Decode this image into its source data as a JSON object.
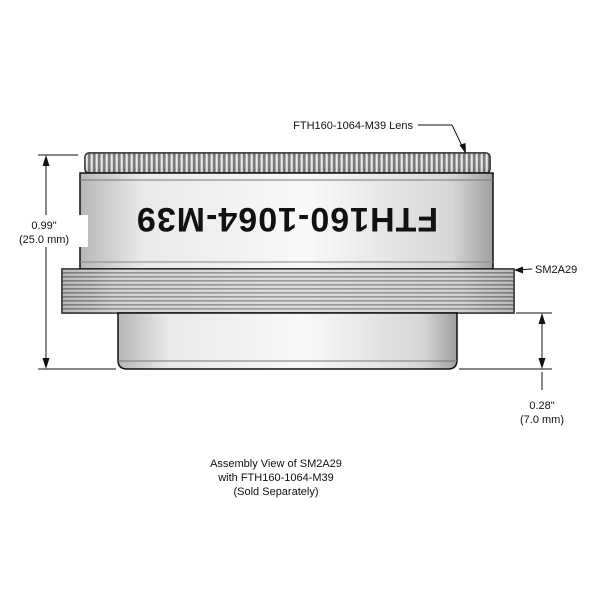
{
  "labels": {
    "lens_callout": "FTH160-1064-M39 Lens",
    "adapter_callout": "SM2A29",
    "lens_engraving": "FTH160-1064-M39"
  },
  "dimensions": {
    "overall_height_in": "0.99\"",
    "overall_height_mm": "(25.0 mm)",
    "thread_depth_in": "0.28\"",
    "thread_depth_mm": "(7.0 mm)"
  },
  "caption": {
    "line1": "Assembly View of SM2A29",
    "line2": "with FTH160-1064-M39",
    "line3": "(Sold Separately)"
  }
}
